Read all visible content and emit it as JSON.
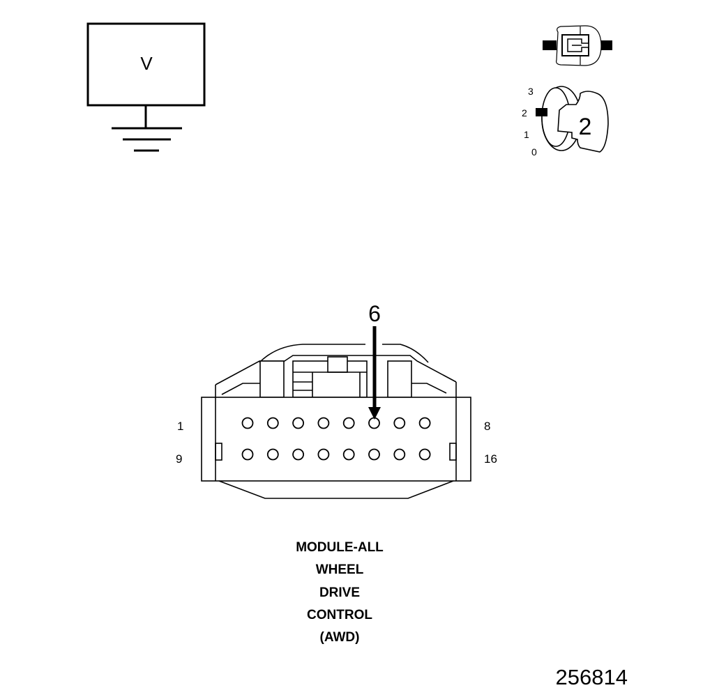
{
  "voltmeter": {
    "symbol": "V"
  },
  "ignition_switch": {
    "positions": [
      "0",
      "1",
      "2",
      "3"
    ],
    "selected": "2"
  },
  "connector": {
    "pointer_pin": "6",
    "row_labels": {
      "top_left": "1",
      "top_right": "8",
      "bottom_left": "9",
      "bottom_right": "16"
    },
    "pin_rows": 2,
    "pins_per_row": 8
  },
  "caption": {
    "lines": [
      "MODULE-ALL",
      "WHEEL",
      "DRIVE",
      "CONTROL",
      "(AWD)"
    ]
  },
  "figure_id": "256814"
}
